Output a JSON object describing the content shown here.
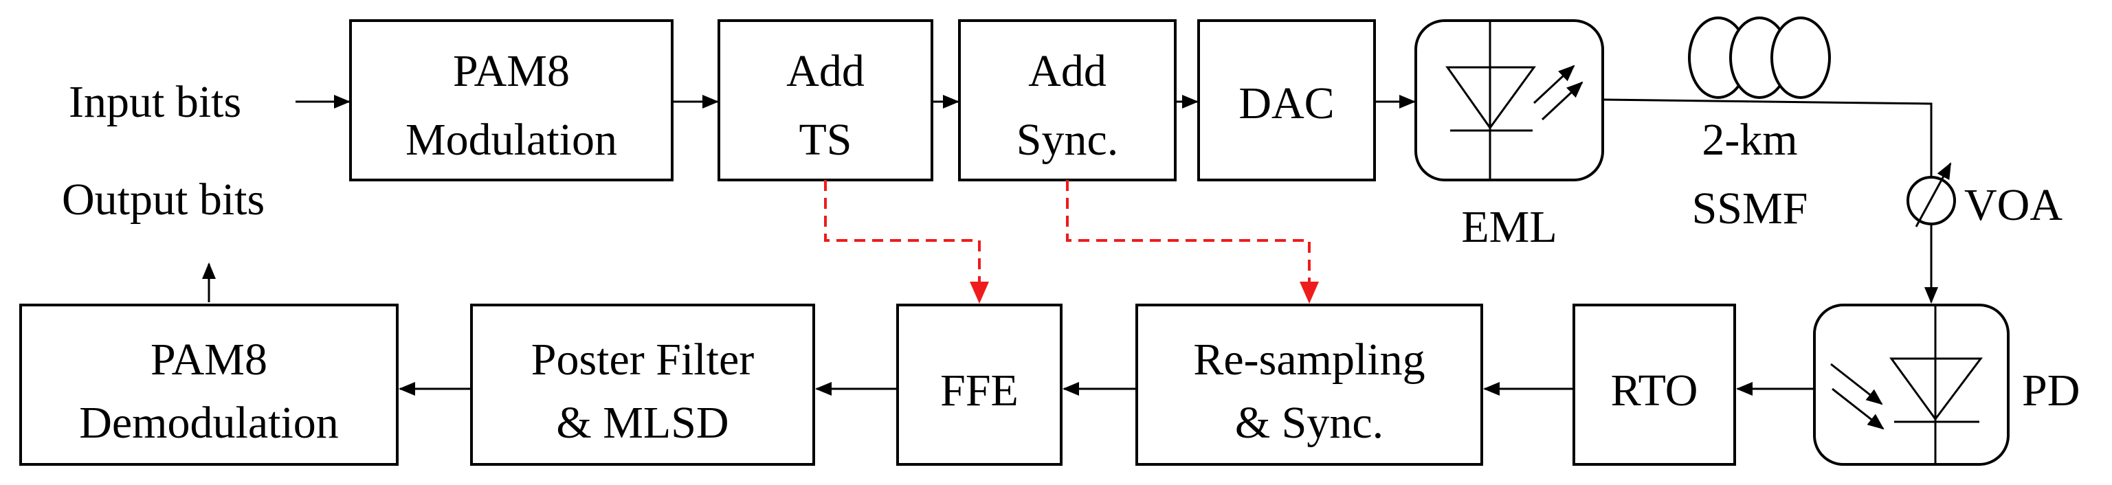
{
  "blocks": {
    "pam8_mod": [
      "PAM8",
      "Modulation"
    ],
    "add_ts": [
      "Add",
      "TS"
    ],
    "add_sync": [
      "Add",
      "Sync."
    ],
    "dac": [
      "DAC"
    ],
    "eml": "EML",
    "fiber": [
      "2-km",
      "SSMF"
    ],
    "voa": "VOA",
    "pd": "PD",
    "rto": [
      "RTO"
    ],
    "resampling": [
      "Re-sampling",
      "& Sync."
    ],
    "ffe": [
      "FFE"
    ],
    "poster_filter": [
      "Poster Filter",
      "& MLSD"
    ],
    "pam8_demod": [
      "PAM8",
      "Demodulation"
    ]
  },
  "io": {
    "input": "Input bits",
    "output": "Output bits"
  },
  "colors": {
    "stroke": "#000000",
    "reference_link": "#ee1c1c"
  }
}
